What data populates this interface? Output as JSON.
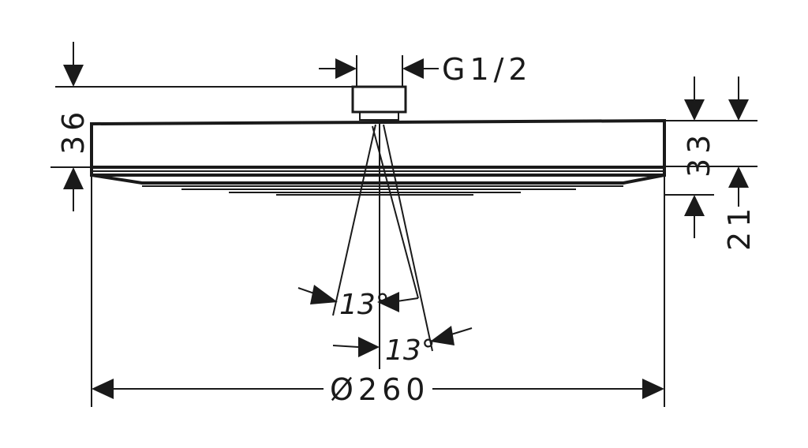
{
  "dimensions": {
    "thread": "G1/2",
    "height_total": "36",
    "height_head": "33",
    "height_spray": "21",
    "angle_left": "13°",
    "angle_right": "13°",
    "diameter": "Ø260"
  },
  "colors": {
    "line": "#1a1a1a",
    "background": "#ffffff"
  }
}
